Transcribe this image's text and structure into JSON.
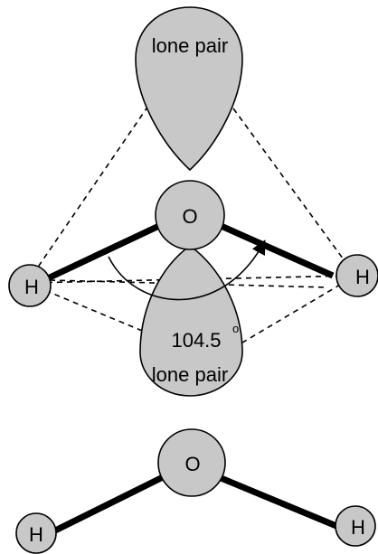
{
  "colors": {
    "lobe_fill": "#c8c8c8",
    "atom_fill": "#c8c8c8",
    "stroke": "#000000",
    "background": "#ffffff"
  },
  "upper_molecule": {
    "lone_pair_top_label": "lone pair",
    "lone_pair_bottom_label": "lone pair",
    "oxygen_label": "O",
    "hydrogen_left_label": "H",
    "hydrogen_right_label": "H",
    "angle_value": "104.5",
    "angle_unit": "o"
  },
  "lower_molecule": {
    "oxygen_label": "O",
    "hydrogen_left_label": "H",
    "hydrogen_right_label": "H"
  }
}
